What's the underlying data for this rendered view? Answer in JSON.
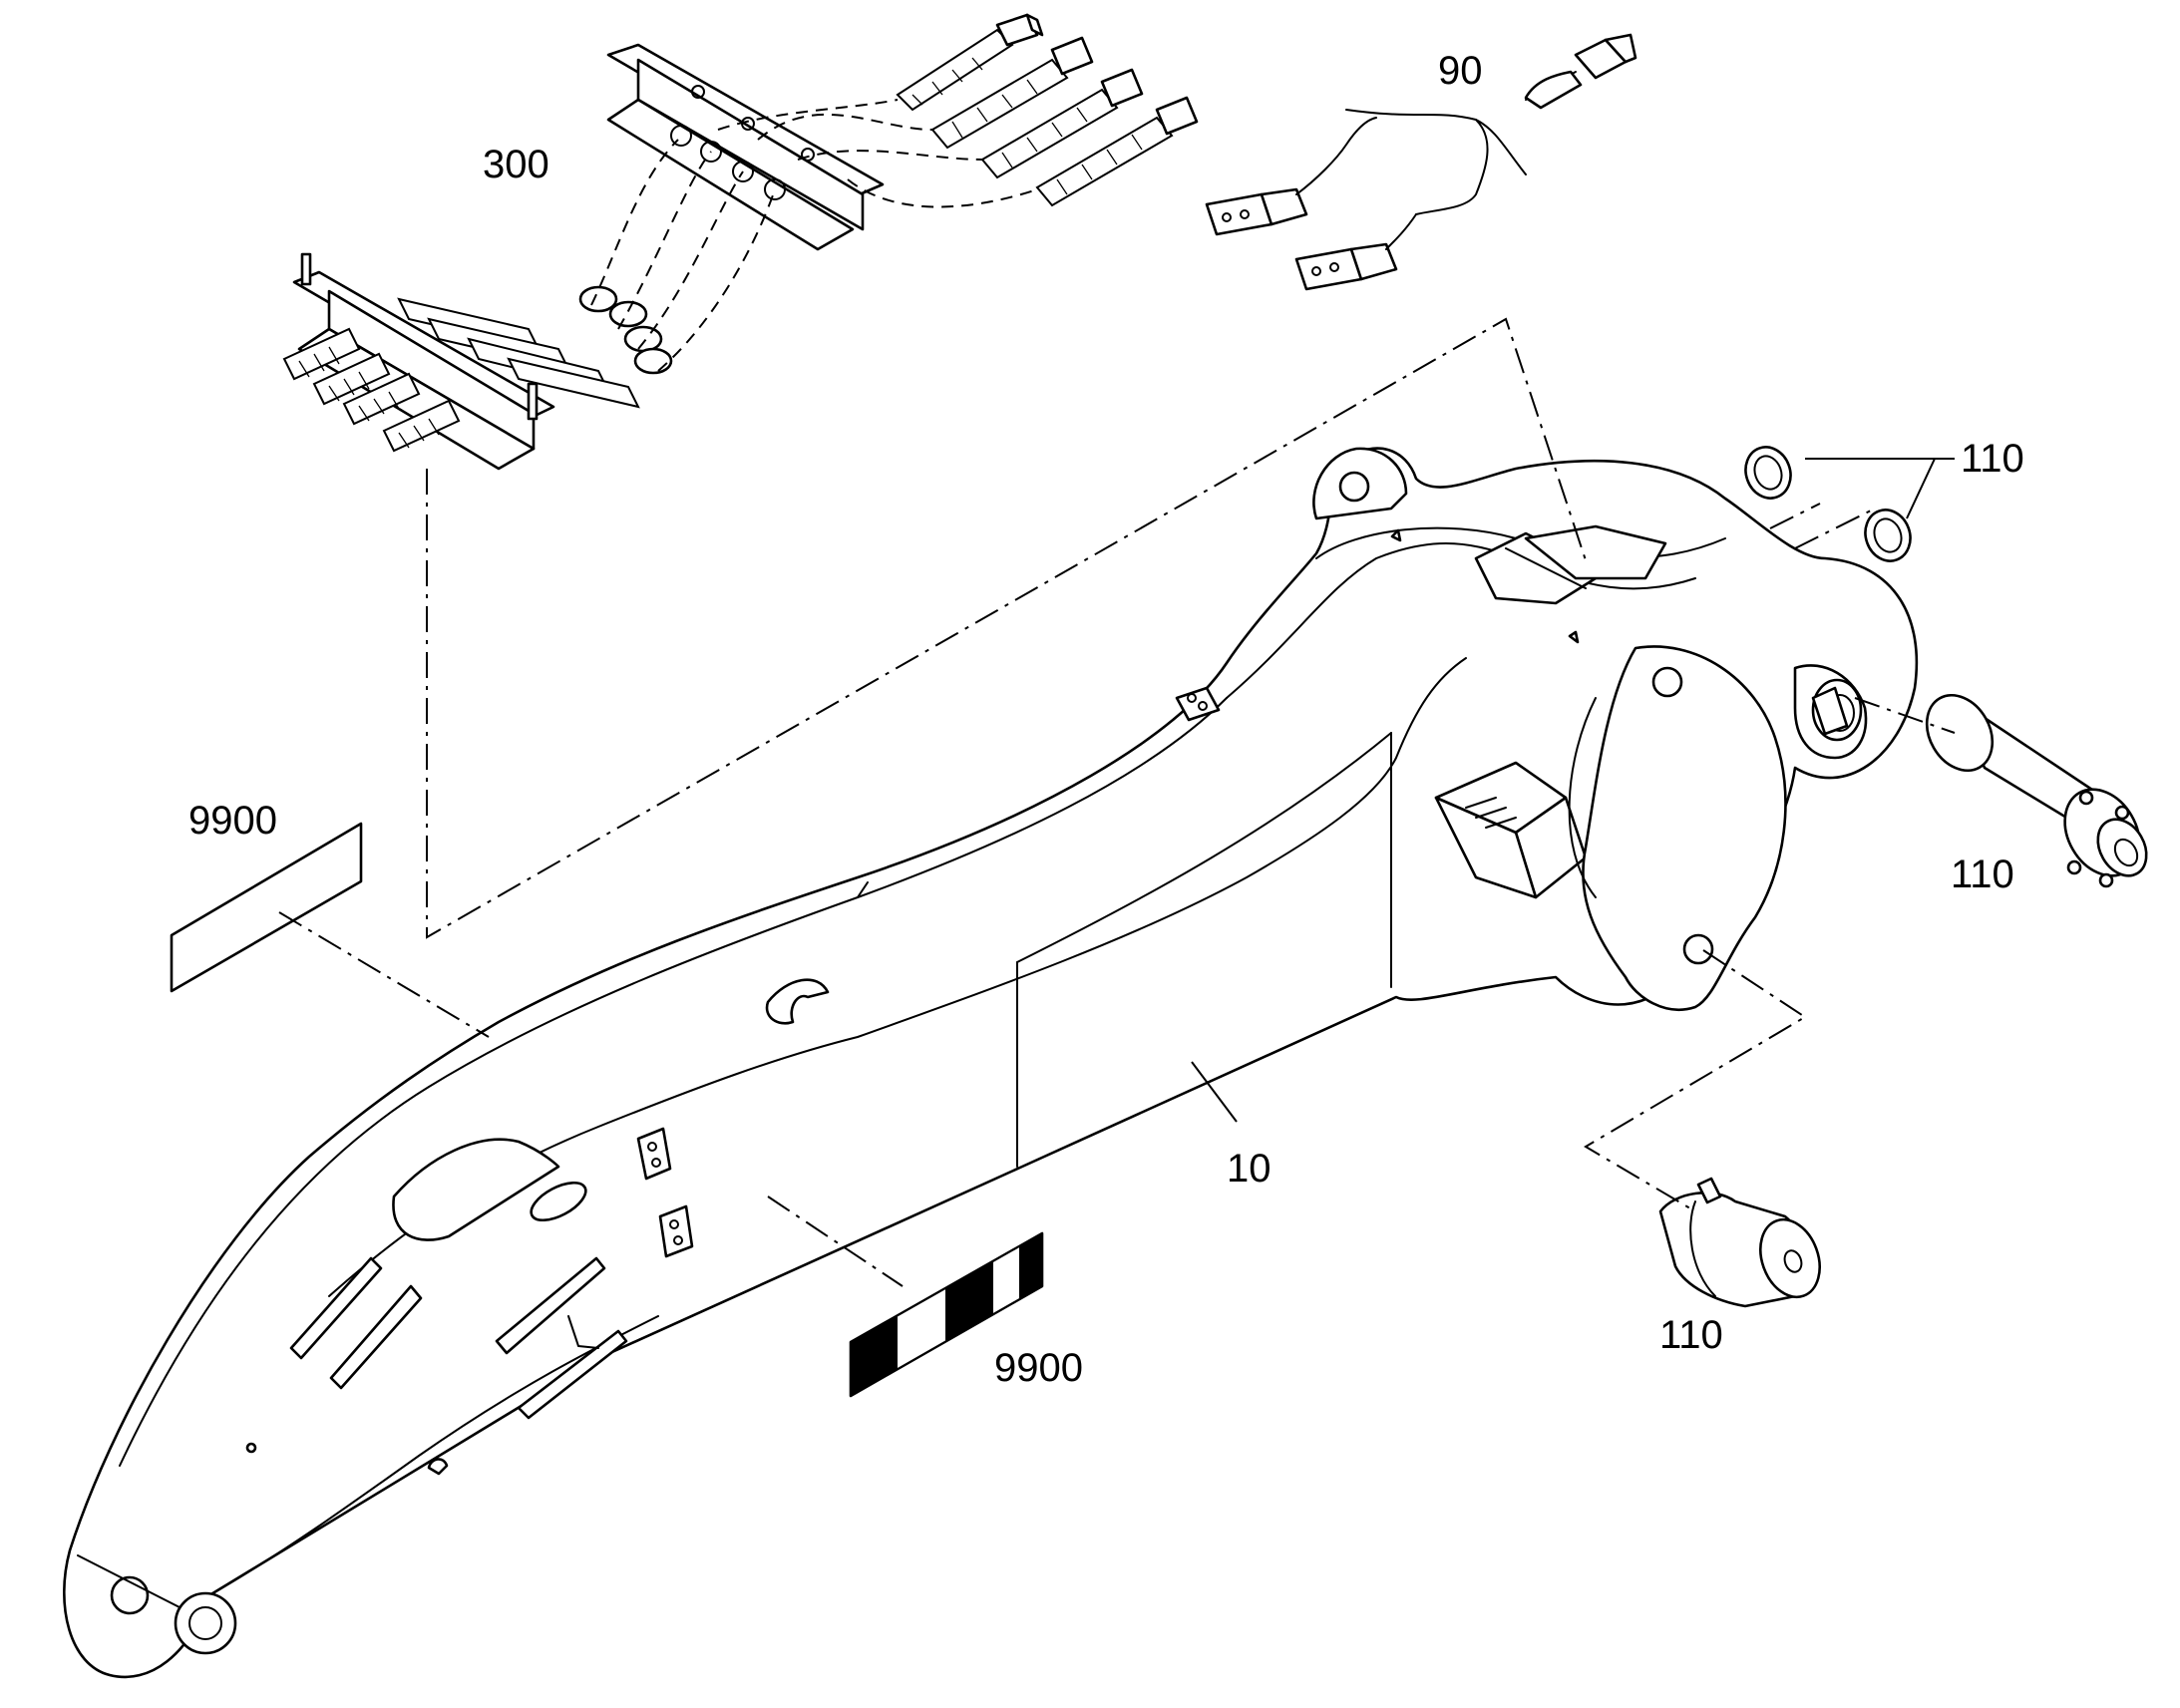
{
  "callouts": {
    "c300": "300",
    "c90": "90",
    "c110a": "110",
    "c110b": "110",
    "c110c": "110",
    "c9900a": "9900",
    "c9900b": "9900",
    "c10": "10"
  },
  "colors": {
    "line": "#000000",
    "background": "#ffffff"
  }
}
